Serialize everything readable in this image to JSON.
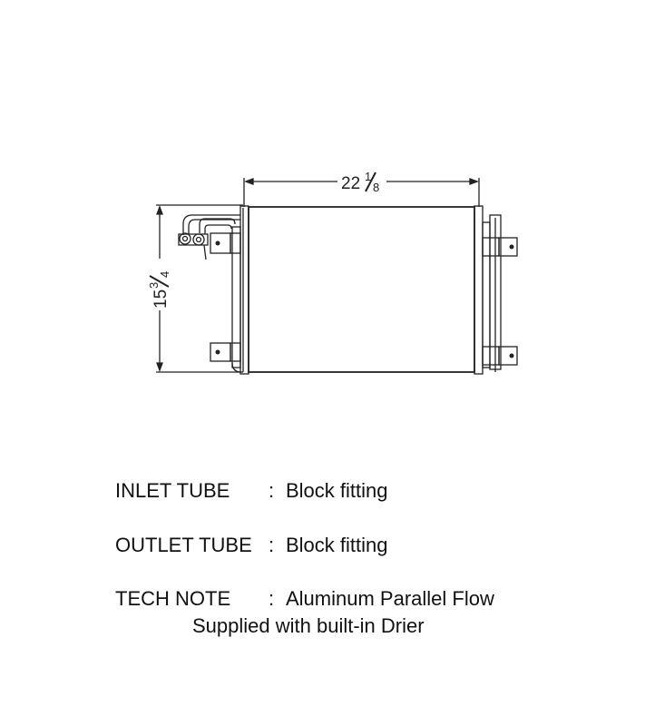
{
  "dimensions": {
    "width": {
      "whole": "22",
      "num": "1",
      "den": "8"
    },
    "height": {
      "whole": "15",
      "num": "3",
      "den": "4"
    }
  },
  "specs": [
    {
      "label": "INLET TUBE",
      "sep": ":",
      "value": "Block fitting"
    },
    {
      "label": "OUTLET TUBE",
      "sep": ":",
      "value": "Block fitting"
    },
    {
      "label": "TECH NOTE",
      "sep": ":",
      "value": "Aluminum Parallel Flow",
      "value2": "Supplied with built-in Drier"
    }
  ]
}
